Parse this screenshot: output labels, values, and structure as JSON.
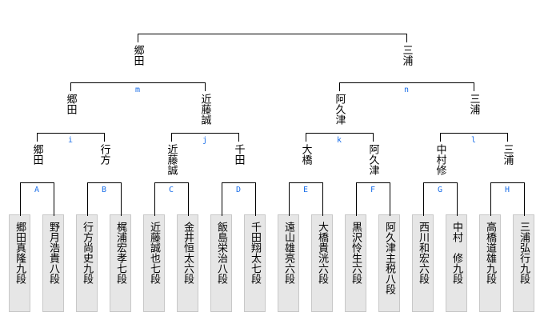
{
  "players": [
    "郷田真隆九段",
    "野月浩貴八段",
    "行方尚史九段",
    "梶浦宏孝七段",
    "近藤誠也七段",
    "金井恒太六段",
    "飯島栄治八段",
    "千田翔太七段",
    "遠山雄亮六段",
    "大橋貴洸六段",
    "黒沢怜生六段",
    "阿久津主税八段",
    "西川和宏六段",
    "中村　修九段",
    "高橋道雄九段",
    "三浦弘行九段"
  ],
  "round1": {
    "labels": [
      "A",
      "B",
      "C",
      "D",
      "E",
      "F",
      "G",
      "H"
    ],
    "winners": [
      "郷田",
      "行方",
      "近藤誠",
      "千田",
      "大橋",
      "阿久津",
      "中村修",
      "三浦"
    ]
  },
  "round2": {
    "labels": [
      "i",
      "j",
      "k",
      "l"
    ],
    "winners": [
      "郷田",
      "近藤誠",
      "阿久津",
      "三浦"
    ]
  },
  "round3": {
    "labels": [
      "m",
      "n"
    ],
    "winners": [
      "郷田",
      "三浦"
    ]
  },
  "colors": {
    "round_label": "#1a6ee8",
    "name_bg": "#e6e6e6"
  }
}
